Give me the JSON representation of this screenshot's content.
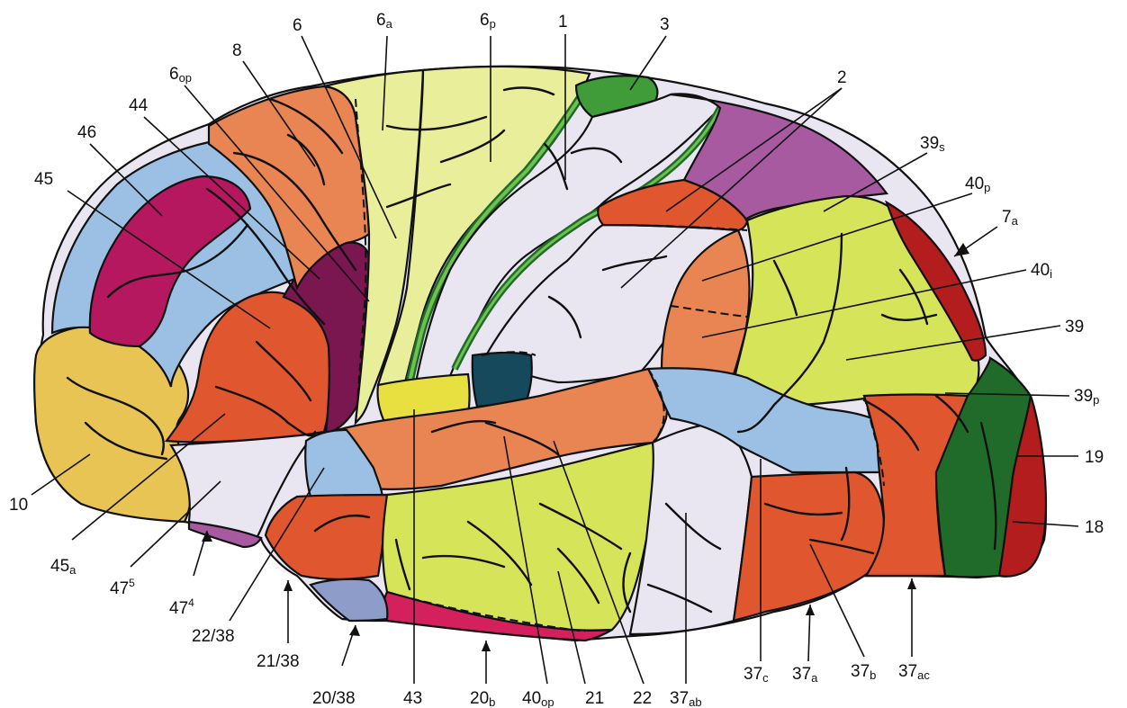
{
  "labels": {
    "a1": {
      "main": "1",
      "sub": ""
    },
    "a2": {
      "main": "2",
      "sub": ""
    },
    "a3": {
      "main": "3",
      "sub": ""
    },
    "a6": {
      "main": "6",
      "sub": ""
    },
    "a6a": {
      "main": "6",
      "sub": "a"
    },
    "a6p": {
      "main": "6",
      "sub": "p"
    },
    "a6op": {
      "main": "6",
      "sub": "op"
    },
    "a8": {
      "main": "8",
      "sub": ""
    },
    "a44": {
      "main": "44",
      "sub": ""
    },
    "a46": {
      "main": "46",
      "sub": ""
    },
    "a45": {
      "main": "45",
      "sub": ""
    },
    "a10": {
      "main": "10",
      "sub": ""
    },
    "a45a": {
      "main": "45",
      "sub": "a"
    },
    "a47_5": {
      "main": "47",
      "sup": "5"
    },
    "a47_4": {
      "main": "47",
      "sup": "4"
    },
    "a22_38": {
      "main": "22/38",
      "sub": ""
    },
    "a21_38": {
      "main": "21/38",
      "sub": ""
    },
    "a20_38": {
      "main": "20/38",
      "sub": ""
    },
    "a43": {
      "main": "43",
      "sub": ""
    },
    "a20b": {
      "main": "20",
      "sub": "b"
    },
    "a40op": {
      "main": "40",
      "sub": "op"
    },
    "a21": {
      "main": "21",
      "sub": ""
    },
    "a22": {
      "main": "22",
      "sub": ""
    },
    "a37ab": {
      "main": "37",
      "sub": "ab"
    },
    "a37c": {
      "main": "37",
      "sub": "c"
    },
    "a37a": {
      "main": "37",
      "sub": "a"
    },
    "a37b": {
      "main": "37",
      "sub": "b"
    },
    "a37ac": {
      "main": "37",
      "sub": "ac"
    },
    "a18": {
      "main": "18",
      "sub": ""
    },
    "a19": {
      "main": "19",
      "sub": ""
    },
    "a39p": {
      "main": "39",
      "sub": "p"
    },
    "a39": {
      "main": "39",
      "sub": ""
    },
    "a40i": {
      "main": "40",
      "sub": "i"
    },
    "a7a": {
      "main": "7",
      "sub": "a"
    },
    "a40p": {
      "main": "40",
      "sub": "p"
    },
    "a39s": {
      "main": "39",
      "sub": "s"
    }
  },
  "colors": {
    "yellow_green": "#d6e45a",
    "pale_yellow": "#e9ee9a",
    "orange_red": "#e0562e",
    "light_orange": "#e98552",
    "sky_blue": "#9cbfe4",
    "light_lavender": "#e9e6f2",
    "magenta": "#b5185f",
    "purple": "#a85aa0",
    "deep_purple": "#7a1650",
    "green": "#3f9c39",
    "dark_green": "#216b2a",
    "dark_red": "#b31d1d",
    "teal_dark": "#17495c",
    "pink_red": "#d4205c",
    "gold": "#e8c455",
    "gray_blue": "#8e9cc9"
  }
}
